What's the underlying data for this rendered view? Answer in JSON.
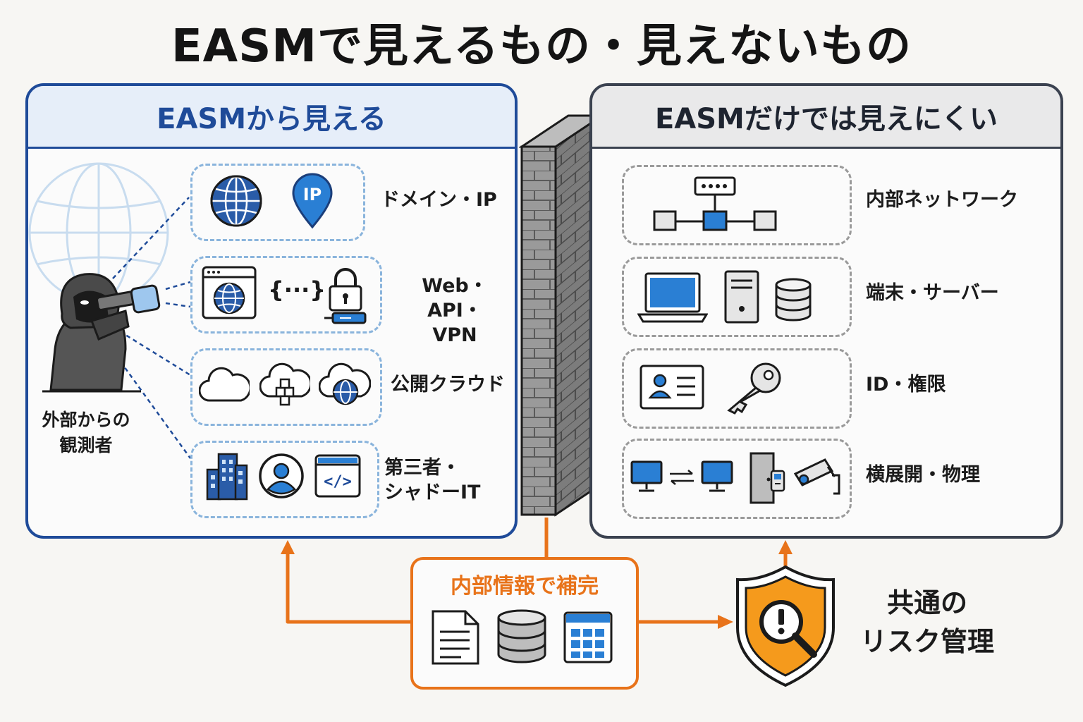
{
  "title": "EASMで見えるもの・見えないもの",
  "left_panel": {
    "header": "EASMから見える",
    "categories": [
      {
        "label": "ドメイン・IP",
        "icons": [
          "globe-icon",
          "ip-pin-icon"
        ]
      },
      {
        "label": "Web・API・\nVPN",
        "icons": [
          "browser-globe-icon",
          "api-braces-icon",
          "vpn-lock-icon"
        ]
      },
      {
        "label": "公開クラウド",
        "icons": [
          "cloud-icon",
          "cloud-blocks-icon",
          "cloud-globe-icon"
        ]
      },
      {
        "label": "第三者・\nシャドーIT",
        "icons": [
          "building-icon",
          "user-circle-icon",
          "code-window-icon"
        ]
      }
    ],
    "ip_badge": "IP",
    "api_braces": "{···}",
    "code_glyph": "</>"
  },
  "observer": {
    "label": "外部からの\n観測者",
    "icon": "hooded-observer-icon"
  },
  "wall": {
    "icon": "firewall-brick-wall-icon"
  },
  "right_panel": {
    "header": "EASMだけでは見えにくい",
    "categories": [
      {
        "label": "内部ネットワーク",
        "icons": [
          "network-topology-icon"
        ]
      },
      {
        "label": "端末・サーバー",
        "icons": [
          "laptop-icon",
          "server-tower-icon",
          "database-icon"
        ]
      },
      {
        "label": "ID・権限",
        "icons": [
          "id-card-icon",
          "key-icon"
        ]
      },
      {
        "label": "横展開・物理",
        "icons": [
          "monitors-transfer-icon",
          "door-access-icon",
          "security-camera-icon"
        ]
      }
    ]
  },
  "center": {
    "label": "内部情報で補完",
    "icons": [
      "document-icon",
      "database-icon",
      "calendar-grid-icon"
    ]
  },
  "shield": {
    "label": "共通の\nリスク管理",
    "icon": "shield-search-alert-icon"
  },
  "colors": {
    "blue": "#1f4b99",
    "accent_blue": "#2a7fd4",
    "orange": "#e8731a",
    "gray_dark": "#3b4250",
    "shield_orange": "#f59a1c"
  }
}
